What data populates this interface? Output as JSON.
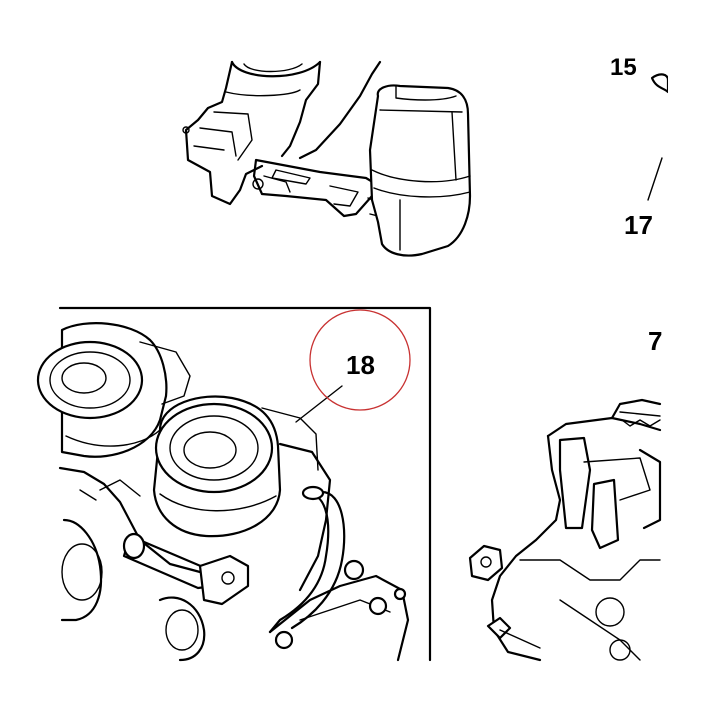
{
  "callouts": {
    "c15": "15",
    "c17": "17",
    "c18": "18",
    "c7": "7"
  },
  "colors": {
    "ink": "#000000",
    "highlight_circle": "#c83232",
    "paper": "#ffffff"
  },
  "icons": [
    "reservoir-icon",
    "bracket-icon",
    "carburetor-icon",
    "engine-bracket-icon"
  ]
}
